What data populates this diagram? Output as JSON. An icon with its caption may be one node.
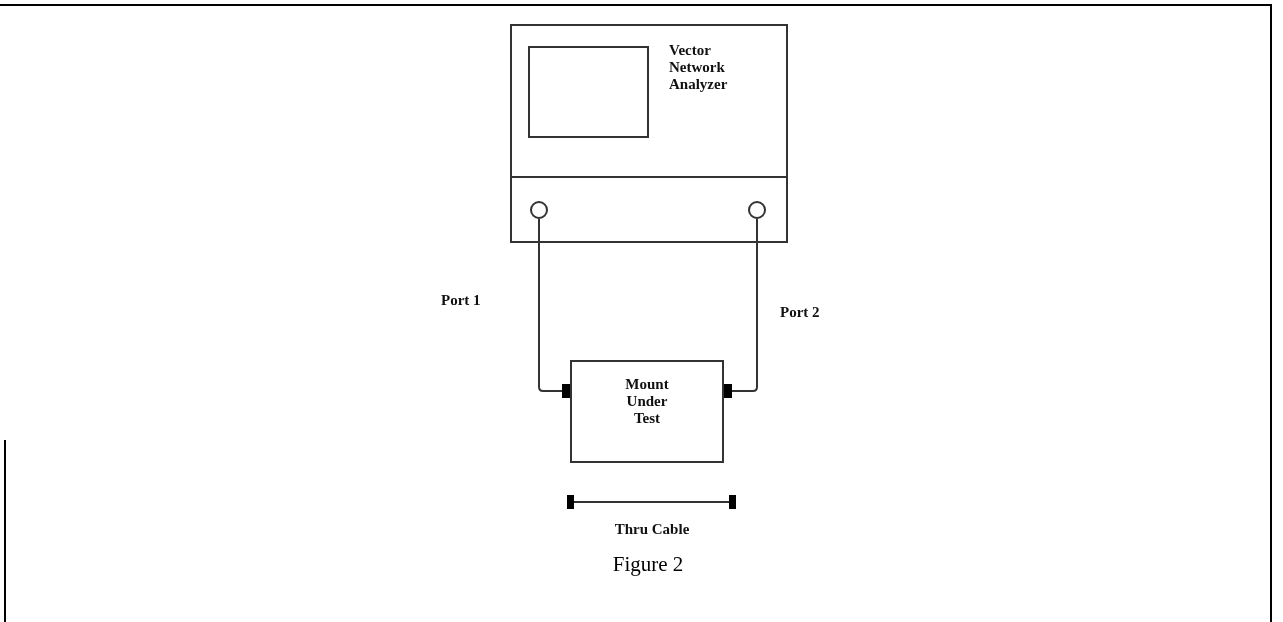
{
  "diagram": {
    "caption": "Figure 2",
    "nodes": [
      {
        "text": [
          "Vector Network Analyzer"
        ]
      },
      {
        "text": [],
        "shape": "circle",
        "in": 0
      },
      {
        "text": [],
        "shape": "circle",
        "in": 0
      },
      {
        "text": [
          "Mount Under Test"
        ]
      }
    ],
    "edges": [
      {
        "from": 1,
        "to": 3,
        "arrow": "other",
        "label": "Port 1"
      },
      {
        "from": 2,
        "to": 3,
        "arrow": "other",
        "label": "Port 2"
      }
    ],
    "labels": [
      "Thru Cable"
    ]
  }
}
